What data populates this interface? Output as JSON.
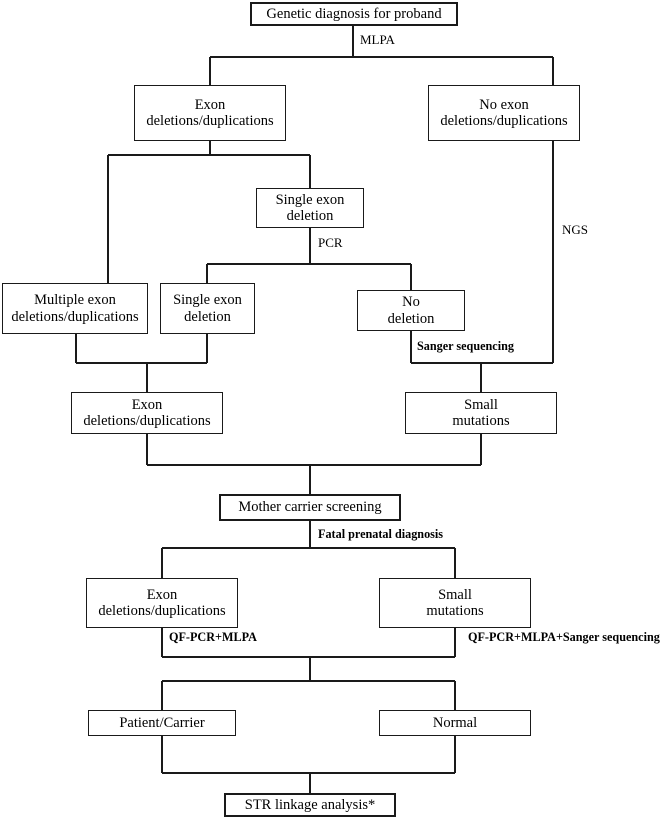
{
  "diagram": {
    "title": "Genetic diagnosis flowchart for proband and prenatal diagnosis",
    "line_color": "#1a1a1a",
    "background": "#ffffff",
    "nodes": [
      {
        "id": "proband",
        "label": "Genetic diagnosis for proband"
      },
      {
        "id": "exon_del_dup",
        "label": "Exon\ndeletions/duplications"
      },
      {
        "id": "no_exon_del",
        "label": "No exon\ndeletions/duplications"
      },
      {
        "id": "single_exon_1",
        "label": "Single exon\ndeletion"
      },
      {
        "id": "multiple_exon",
        "label": "Multiple exon\ndeletions/duplications"
      },
      {
        "id": "single_exon_2",
        "label": "Single exon\ndeletion"
      },
      {
        "id": "no_deletion",
        "label": "No\ndeletion"
      },
      {
        "id": "exon_del_dup_2",
        "label": "Exon\ndeletions/duplications"
      },
      {
        "id": "small_mut_1",
        "label": "Small\nmutations"
      },
      {
        "id": "mother",
        "label": "Mother carrier screening"
      },
      {
        "id": "exon_del_dup_3",
        "label": "Exon\ndeletions/duplications"
      },
      {
        "id": "small_mut_2",
        "label": "Small\nmutations"
      },
      {
        "id": "patient_carrier",
        "label": "Patient/Carrier"
      },
      {
        "id": "normal",
        "label": "Normal"
      },
      {
        "id": "str",
        "label": "STR linkage analysis*"
      }
    ],
    "edge_labels": [
      {
        "id": "mlpa",
        "text": "MLPA"
      },
      {
        "id": "ngs",
        "text": "NGS"
      },
      {
        "id": "pcr",
        "text": "PCR"
      },
      {
        "id": "sanger",
        "text": "Sanger sequencing"
      },
      {
        "id": "fatal_prenatal",
        "text": "Fatal prenatal diagnosis"
      },
      {
        "id": "qf_pcr_mlpa",
        "text": "QF-PCR+MLPA"
      },
      {
        "id": "qf_pcr_mlpa_sanger",
        "text": "QF-PCR+MLPA+Sanger  sequencing"
      }
    ]
  }
}
